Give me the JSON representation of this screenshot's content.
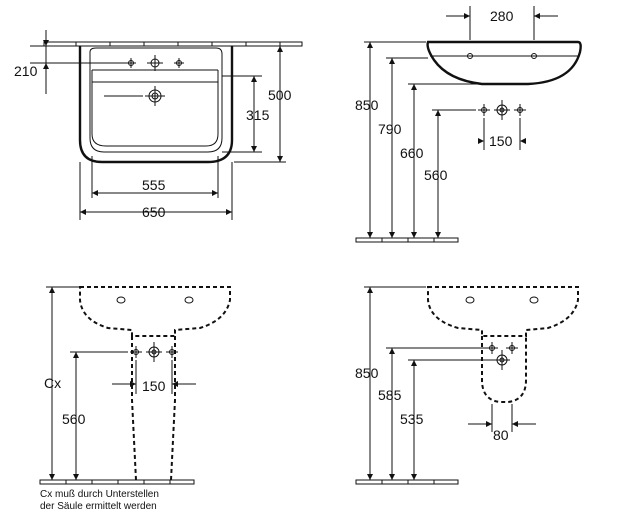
{
  "views": {
    "top_plan": {
      "dim_depth_tap": "210",
      "dim_depth_total": "500",
      "dim_depth_basin": "315",
      "dim_width_inner": "555",
      "dim_width_total": "650"
    },
    "side_wall_mounted": {
      "dim_fixing_spacing": "280",
      "dim_rim_height": "850",
      "dim_bottom_height": "790",
      "dim_waste_height": "660",
      "dim_supply_height": "560",
      "dim_supply_spacing": "150"
    },
    "front_pedestal": {
      "dim_cx": "Cx",
      "dim_supply_height": "560",
      "dim_supply_spacing": "150",
      "note_line1": "Cx muß durch Unterstellen",
      "note_line2": "der Säule ermittelt werden"
    },
    "side_semi_pedestal": {
      "dim_rim_height": "850",
      "dim_outlet_height": "585",
      "dim_supply_height": "535",
      "dim_supply_spacing": "80"
    }
  }
}
